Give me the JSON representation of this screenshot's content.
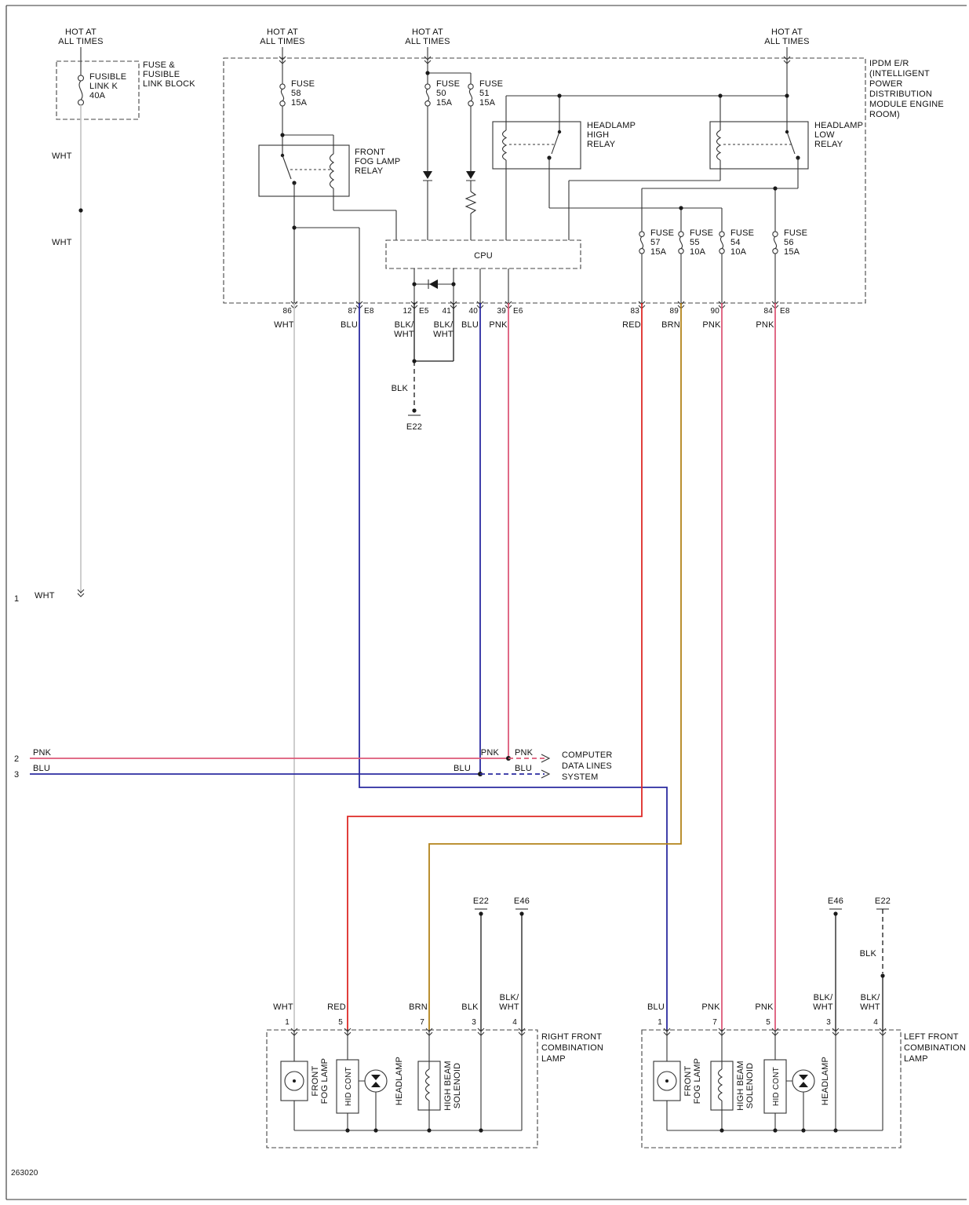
{
  "colors": {
    "wht": "#c9c9c9",
    "blu": "#2b2ba0",
    "pnk": "#dd5a78",
    "red": "#de2a26",
    "brn": "#b3831a",
    "blk": "#1a1a1a",
    "line": "#333333"
  },
  "doc_number": "263020",
  "power": {
    "hot1": "HOT AT",
    "hot2": "ALL TIMES"
  },
  "fusible_block": {
    "sym1": "FUSIBLE",
    "sym2": "LINK K",
    "sym3": "40A",
    "name1": "FUSE &",
    "name2": "FUSIBLE",
    "name3": "LINK BLOCK"
  },
  "ipdm_label": {
    "l1": "IPDM E/R",
    "l2": "(INTELLIGENT",
    "l3": "POWER",
    "l4": "DISTRIBUTION",
    "l5": "MODULE ENGINE",
    "l6": "ROOM)"
  },
  "fuse_word": "FUSE",
  "fuses": {
    "f58": {
      "num": "58",
      "amp": "15A"
    },
    "f50": {
      "num": "50",
      "amp": "15A"
    },
    "f51": {
      "num": "51",
      "amp": "15A"
    },
    "f57": {
      "num": "57",
      "amp": "15A"
    },
    "f55": {
      "num": "55",
      "amp": "10A"
    },
    "f54": {
      "num": "54",
      "amp": "10A"
    },
    "f56": {
      "num": "56",
      "amp": "15A"
    }
  },
  "relays": {
    "fog": {
      "l1": "FRONT",
      "l2": "FOG LAMP",
      "l3": "RELAY"
    },
    "high": {
      "l1": "HEADLAMP",
      "l2": "HIGH",
      "l3": "RELAY"
    },
    "low": {
      "l1": "HEADLAMP",
      "l2": "LOW",
      "l3": "RELAY"
    }
  },
  "cpu": "CPU",
  "pins": {
    "p86": "86",
    "p87": "87",
    "p12": "12",
    "p41": "41",
    "p40": "40",
    "p39": "39",
    "p83": "83",
    "p89": "89",
    "p90": "90",
    "p84": "84"
  },
  "connectors": {
    "e8": "E8",
    "e5": "E5",
    "e6": "E6",
    "e22": "E22",
    "e46": "E46"
  },
  "wire_colors": {
    "wht": "WHT",
    "blu": "BLU",
    "pnk": "PNK",
    "red": "RED",
    "brn": "BRN",
    "blk": "BLK",
    "blkwht1": "BLK/",
    "blkwht2": "WHT"
  },
  "rows": {
    "r1": "1",
    "r2": "2",
    "r3": "3"
  },
  "data_lines": {
    "l1": "COMPUTER",
    "l2": "DATA LINES",
    "l3": "SYSTEM"
  },
  "lamp_pins": {
    "n1": "1",
    "n3": "3",
    "n4": "4",
    "n5": "5",
    "n7": "7"
  },
  "right_lamp": {
    "name1": "RIGHT FRONT",
    "name2": "COMBINATION",
    "name3": "LAMP"
  },
  "left_lamp": {
    "name1": "LEFT FRONT",
    "name2": "COMBINATION",
    "name3": "LAMP"
  },
  "components": {
    "fog1": "FRONT",
    "fog2": "FOG LAMP",
    "hid": "HID CONT",
    "headlamp": "HEADLAMP",
    "sol1": "HIGH BEAM",
    "sol2": "SOLENOID"
  }
}
